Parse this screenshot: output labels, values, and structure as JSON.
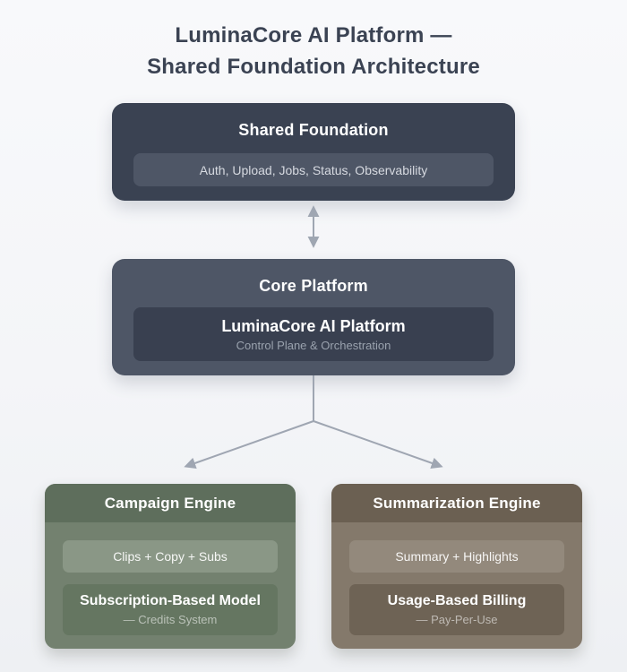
{
  "title": {
    "line1": "LuminaCore AI Platform —",
    "line2": "Shared Foundation Architecture"
  },
  "shared_foundation": {
    "title": "Shared Foundation",
    "services": "Auth, Upload, Jobs, Status, Observability"
  },
  "core_platform": {
    "title": "Core Platform",
    "product_name": "LuminaCore AI Platform",
    "product_subtitle": "Control Plane & Orchestration"
  },
  "engines": [
    {
      "title": "Campaign Engine",
      "features": "Clips + Copy + Subs",
      "billing_model": "Subscription-Based Model",
      "billing_detail": "— Credits System"
    },
    {
      "title": "Summarization Engine",
      "features": "Summary + Highlights",
      "billing_model": "Usage-Based Billing",
      "billing_detail": "— Pay-Per-Use"
    }
  ],
  "colors": {
    "slate_dark": "#3a4252",
    "slate_darker": "#394050",
    "slate_mid": "#4e5666",
    "green_header": "#5e6e5c",
    "green_body": "#73816f",
    "green_light": "#8a9786",
    "green_dark": "#657661",
    "brown_header": "#6b6052",
    "brown_body": "#84796b",
    "brown_light": "#93897c",
    "brown_dark": "#6e6355",
    "arrow": "#9fa6b2",
    "title_text": "#3b4353"
  }
}
